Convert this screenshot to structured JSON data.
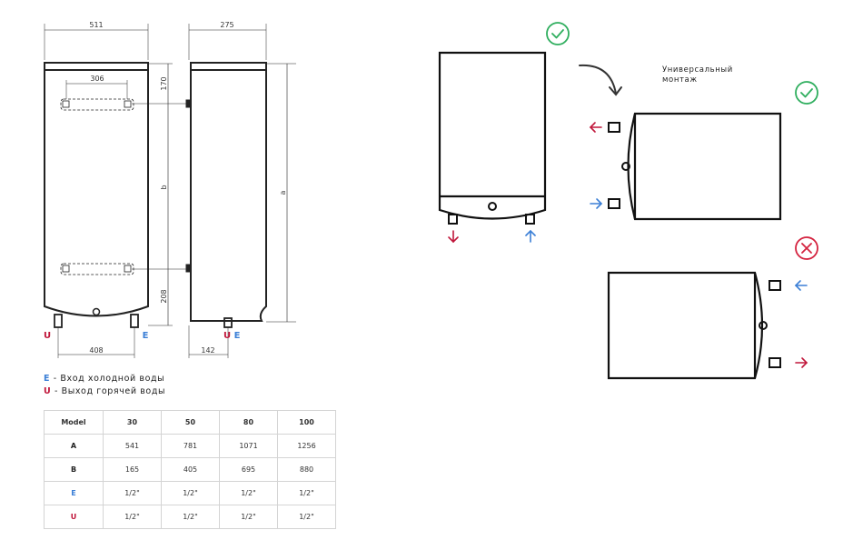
{
  "dimensions": {
    "front_width": "511",
    "side_depth": "275",
    "pipe_spacing_top": "306",
    "top_offset": "170",
    "mid_height": "b",
    "bottom_offset": "208",
    "total_height": "a",
    "pipe_spacing_bottom": "408",
    "side_pipe_offset": "142"
  },
  "pipe_labels": {
    "front_left": "U",
    "front_right": "E",
    "side_left": "U",
    "side_right": "E"
  },
  "legend": {
    "cold": {
      "code": "E",
      "text": " - Вход холодной воды"
    },
    "hot": {
      "code": "U",
      "text": " - Выход горячей воды"
    }
  },
  "spec_table": {
    "header": [
      "Model",
      "30",
      "50",
      "80",
      "100"
    ],
    "rows": [
      {
        "label": "A",
        "values": [
          "541",
          "781",
          "1071",
          "1256"
        ]
      },
      {
        "label": "B",
        "values": [
          "165",
          "405",
          "695",
          "880"
        ]
      },
      {
        "label": "E",
        "values": [
          "1/2\"",
          "1/2\"",
          "1/2\"",
          "1/2\""
        ]
      },
      {
        "label": "U",
        "values": [
          "1/2\"",
          "1/2\"",
          "1/2\"",
          "1/2\""
        ]
      }
    ]
  },
  "mounting": {
    "note_line1": "Универсальный",
    "note_line2": "монтаж"
  },
  "colors": {
    "cold_blue": "#3b7fd6",
    "hot_red": "#c0163a",
    "ok_green": "#2fae5e",
    "bad_red": "#d4233f",
    "line": "#111111"
  }
}
